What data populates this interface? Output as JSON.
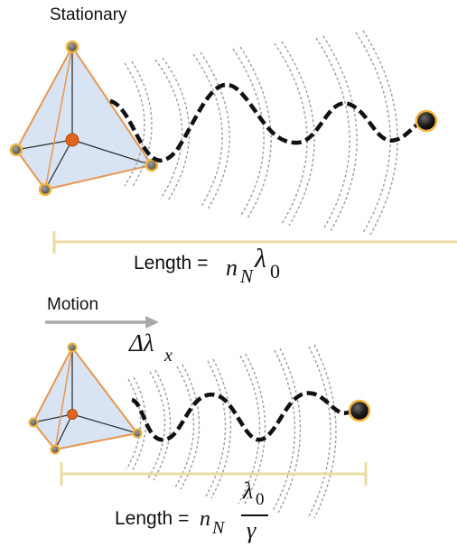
{
  "panels": {
    "stationary": {
      "title": "Stationary",
      "length_label": "Length =",
      "n_symbol": "n",
      "n_subscript": "N",
      "lambda_symbol": "λ",
      "lambda_subscript": "0"
    },
    "motion": {
      "title": "Motion",
      "delta_symbol": "Δλ",
      "delta_subscript": "x",
      "length_label": "Length =",
      "n_symbol": "n",
      "n_subscript": "N",
      "frac_num_symbol": "λ",
      "frac_num_subscript": "0",
      "frac_den": "γ"
    }
  },
  "colors": {
    "tetra_edge": "#e8964f",
    "tetra_fill": "#c9daf0",
    "center_node": "#e1641e",
    "vertex_node": "#f0b43c",
    "ruler": "#e8dca0",
    "arrow": "#a8a8a8",
    "end_node": "#111111"
  }
}
